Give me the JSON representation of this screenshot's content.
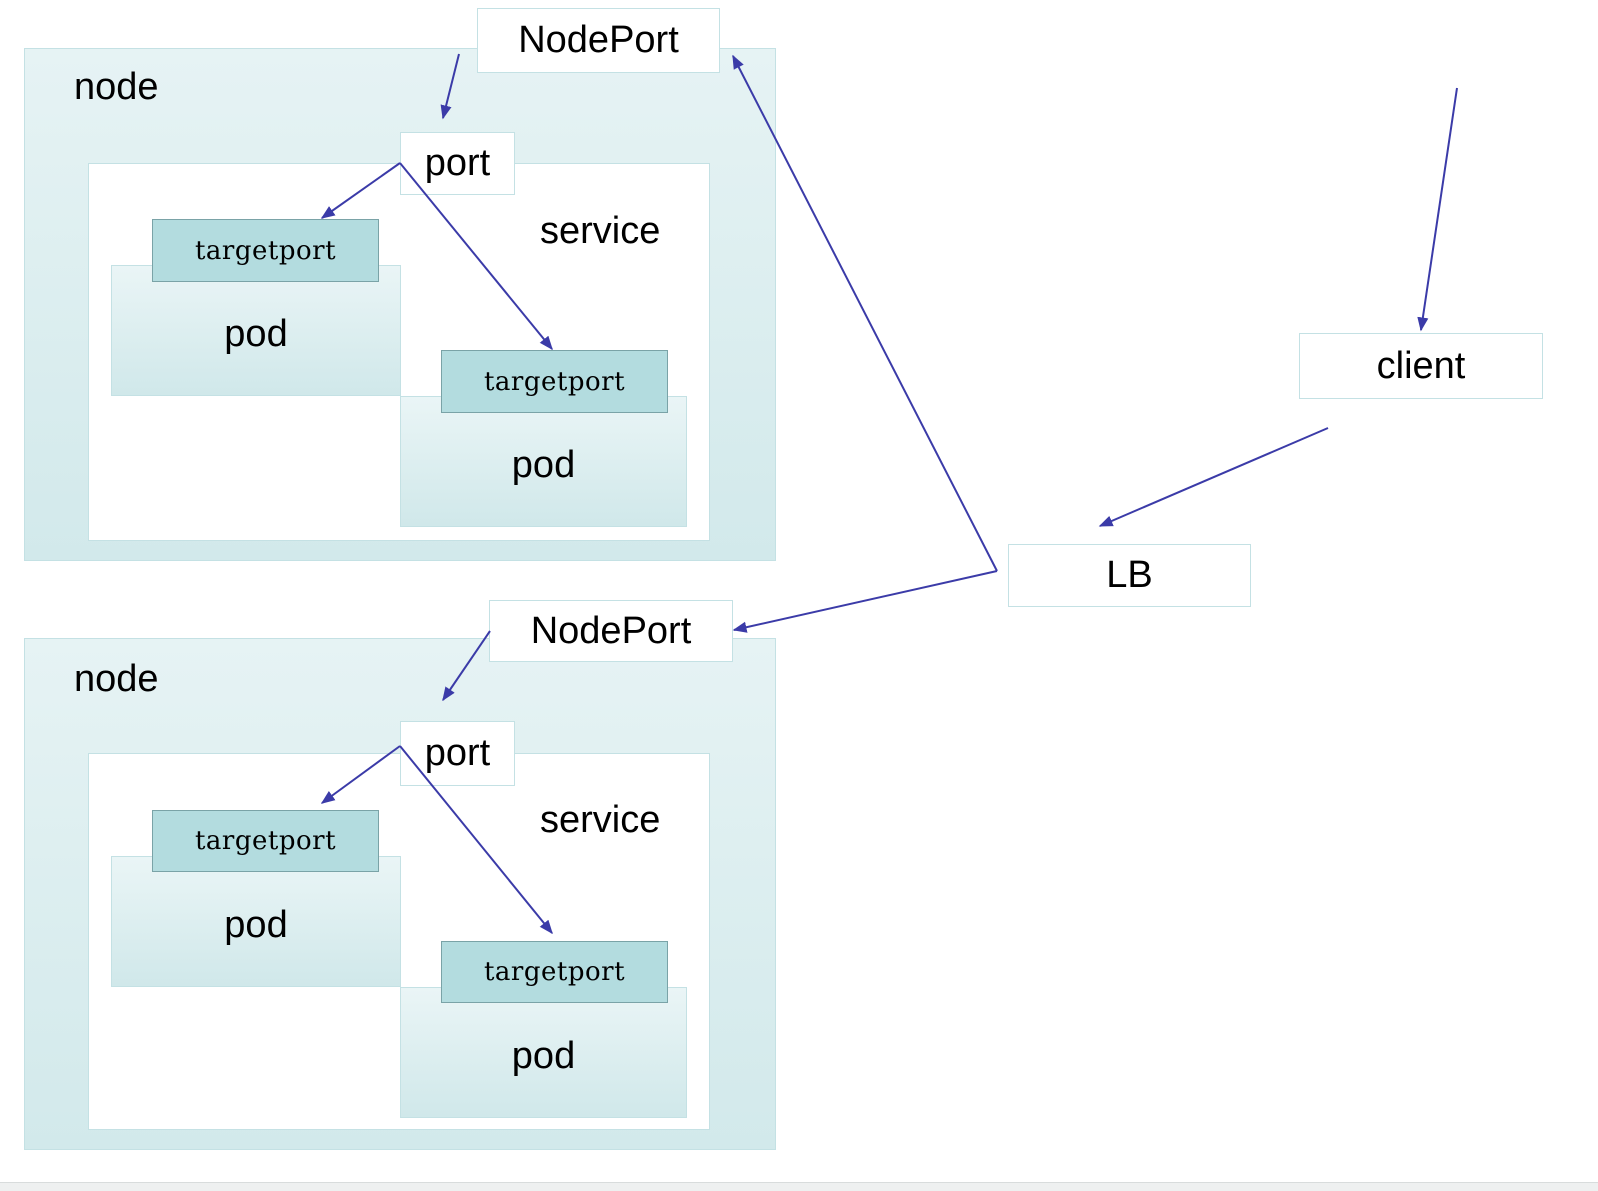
{
  "client": "client",
  "lb": "LB",
  "nodes": [
    {
      "node_label": "node",
      "nodeport_label": "NodePort",
      "port_label": "port",
      "service_label": "service",
      "pods": [
        {
          "targetport_label": "targetport",
          "pod_label": "pod"
        },
        {
          "targetport_label": "targetport",
          "pod_label": "pod"
        }
      ]
    },
    {
      "node_label": "node",
      "nodeport_label": "NodePort",
      "port_label": "port",
      "service_label": "service",
      "pods": [
        {
          "targetport_label": "targetport",
          "pod_label": "pod"
        },
        {
          "targetport_label": "targetport",
          "pod_label": "pod"
        }
      ]
    }
  ],
  "edges": [
    {
      "from": "client",
      "to": "LB"
    },
    {
      "from": "LB",
      "to": "nodes.0.NodePort"
    },
    {
      "from": "LB",
      "to": "nodes.1.NodePort"
    },
    {
      "from": "nodes.0.NodePort",
      "to": "nodes.0.port"
    },
    {
      "from": "nodes.0.port",
      "to": "nodes.0.pods.0.targetport"
    },
    {
      "from": "nodes.0.port",
      "to": "nodes.0.pods.1.targetport"
    },
    {
      "from": "nodes.1.NodePort",
      "to": "nodes.1.port"
    },
    {
      "from": "nodes.1.port",
      "to": "nodes.1.pods.0.targetport"
    },
    {
      "from": "nodes.1.port",
      "to": "nodes.1.pods.1.targetport"
    }
  ],
  "colors": {
    "arrow": "#3b3ba8",
    "node_fill": "#d9eced",
    "targetport_fill": "#b3dcdf",
    "border": "#c4e1e4"
  }
}
